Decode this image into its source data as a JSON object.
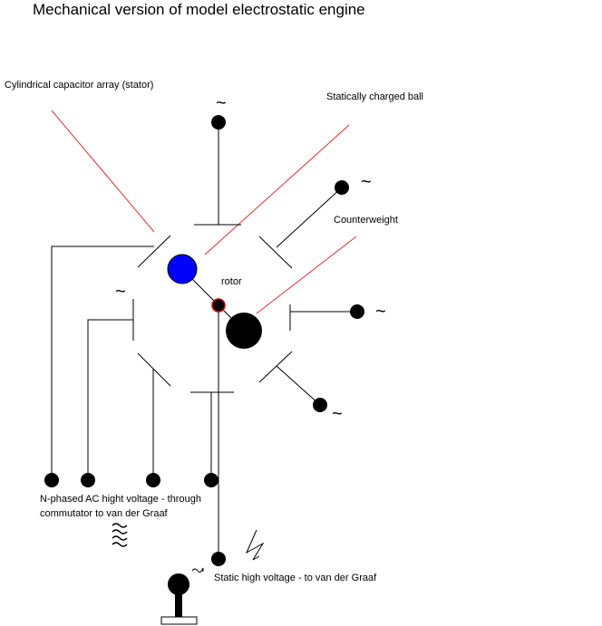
{
  "title": "Mechanical version of model electrostatic engine",
  "labels": {
    "stator": "Cylindrical capacitor array (stator)",
    "ball": "Statically charged ball",
    "counterweight": "Counterweight",
    "rotor": "rotor",
    "ac_line1": "N-phased AC hight voltage - through",
    "ac_line2": "commutator to van der Graaf",
    "static": "Static high voltage - to van der Graaf"
  },
  "ac_symbol": "~",
  "colors": {
    "line": "#000000",
    "pointer": "#e03030",
    "ball": "#0000ff",
    "rotor_hub_outline": "#cc0000"
  },
  "icons": [
    "ac-source-symbol",
    "lightning-bolt-icon",
    "ground-plug-icon",
    "multi-wave-symbol"
  ]
}
